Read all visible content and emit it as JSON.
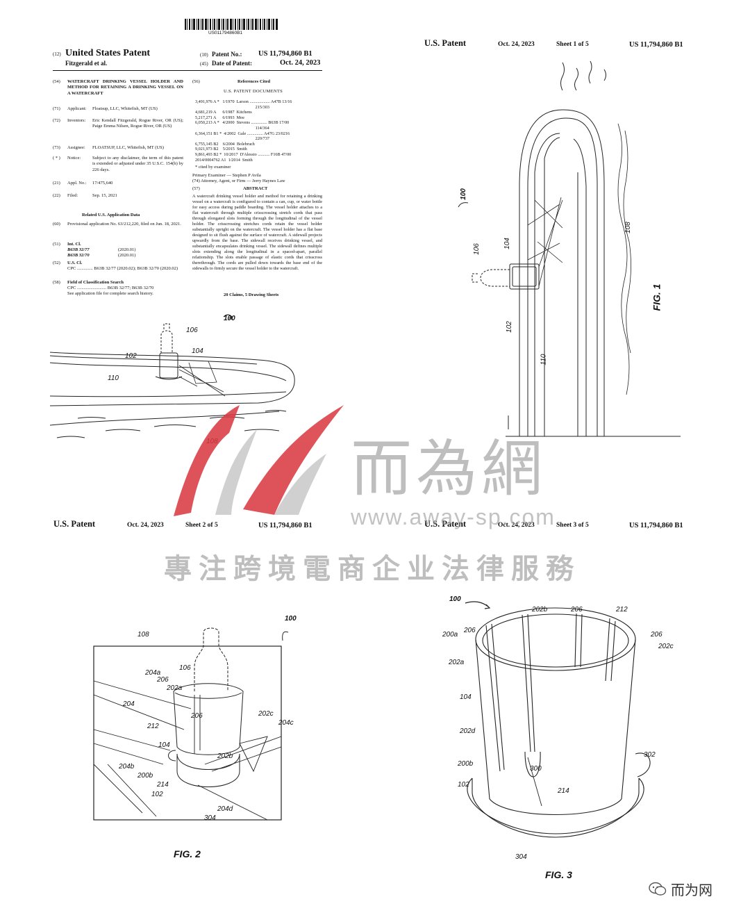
{
  "front_page": {
    "barcode_text": "US011794860B1",
    "label_12": "(12)",
    "title": "United States Patent",
    "inventors_short": "Fitzgerald et al.",
    "label_10": "(10)",
    "patent_no_label": "Patent No.:",
    "patent_no": "US 11,794,860 B1",
    "label_45": "(45)",
    "date_label": "Date of Patent:",
    "date": "Oct. 24, 2023",
    "left_fields": [
      {
        "code": "(54)",
        "label": "",
        "value": "WATERCRAFT DRINKING VESSEL HOLDER AND METHOD FOR RETAINING A DRINKING VESSEL ON A WATERCRAFT"
      },
      {
        "code": "(71)",
        "label": "Applicant:",
        "value": "Floatsup, LLC, Whitefish, MT (US)"
      },
      {
        "code": "(72)",
        "label": "Inventors:",
        "value": "Eric Kendall Fitzgerald, Rogue River, OR (US); Paige Emma Nilsen, Rogue River, OR (US)"
      },
      {
        "code": "(73)",
        "label": "Assignee:",
        "value": "FLOATSUP, LLC, Whitefish, MT (US)"
      },
      {
        "code": "( * )",
        "label": "Notice:",
        "value": "Subject to any disclaimer, the term of this patent is extended or adjusted under 35 U.S.C. 154(b) by 226 days."
      },
      {
        "code": "(21)",
        "label": "Appl. No.:",
        "value": "17/475,640"
      },
      {
        "code": "(22)",
        "label": "Filed:",
        "value": "Sep. 15, 2021"
      }
    ],
    "related_heading": "Related U.S. Application Data",
    "field_60": {
      "code": "(60)",
      "value": "Provisional application No. 63/212,220, filed on Jun. 18, 2021."
    },
    "field_51": {
      "code": "(51)",
      "label": "Int. Cl.",
      "rows": [
        [
          "B63B 32/77",
          "(2020.01)"
        ],
        [
          "B63B 32/70",
          "(2020.01)"
        ]
      ]
    },
    "field_52": {
      "code": "(52)",
      "label": "U.S. Cl.",
      "value": "CPC .............. B63B 32/77 (2020.02); B63B 32/70 (2020.02)"
    },
    "field_58": {
      "code": "(58)",
      "label": "Field of Classification Search",
      "value": "CPC .......................... B63B 32/77; B63B 32/70\nSee application file for complete search history."
    },
    "refs_code": "(56)",
    "refs_heading": "References Cited",
    "refs_subheading": "U.S. PATENT DOCUMENTS",
    "references": "3,491,976 A *   1/1970  Larson ................... A47B 13/16\n                                                        215/303\n4,681,219 A      6/1987  Kitchens\n5,217,271 A      6/1993  Moe\n6,050,213 A *   4/2000  Stevens ............... B63B 17/00\n                                                        114/364\n6,364,151 B1 *  4/2002  Gale ............... A47G 23/0216\n                                                        220/737\n6,755,145 B2    6/2004  Bolebruch\n9,021,973 B2    5/2015  Smith\n9,861,493 B2 *  10/2017  D'Alessio ........... F16B 47/00\n2014/0004762 A1  1/2014  Smith",
    "cited_by": "* cited by examiner",
    "primary_examiner": "Primary Examiner — Stephen P Avila",
    "attorney": "(74) Attorney, Agent, or Firm — Jerry Haynes Law",
    "abstract_code": "(57)",
    "abstract_heading": "ABSTRACT",
    "abstract": "A watercraft drinking vessel holder and method for retaining a drinking vessel on a watercraft is configured to contain a can, cup, or water bottle for easy access during paddle boarding. The vessel holder attaches to a flat watercraft through multiple crisscrossing stretch cords that pass through elongated slots forming through the longitudinal of the vessel holder. The crisscrossing stretches cords retain the vessel holder substantially upright on the watercraft. The vessel holder has a flat base designed to sit flush against the surface of watercraft. A sidewall projects upwardly from the base. The sidewall receives drinking vessel, and substantially encapsulates drinking vessel. The sidewall defines multiple slots extending along the longitudinal in a spaced-apart, parallel relationship. The slots enable passage of elastic cords that crisscross therethrough. The cords are pulled down towards the base end of the sidewalls to firmly secure the vessel holder to the watercraft.",
    "claims_line": "20 Claims, 5 Drawing Sheets"
  },
  "sheets": [
    {
      "left": "U.S. Patent",
      "date": "Oct. 24, 2023",
      "sheet": "Sheet 1 of 5",
      "number": "US 11,794,860 B1"
    },
    {
      "left": "U.S. Patent",
      "date": "Oct. 24, 2023",
      "sheet": "Sheet 2 of 5",
      "number": "US 11,794,860 B1"
    },
    {
      "left": "U.S. Patent",
      "date": "Oct. 24, 2023",
      "sheet": "Sheet 3 of 5",
      "number": "US 11,794,860 B1"
    }
  ],
  "figures": {
    "front_refs": [
      "100",
      "106",
      "104",
      "102",
      "110",
      "108"
    ],
    "fig1": {
      "label": "FIG. 1",
      "refs": [
        "100",
        "106",
        "104",
        "102",
        "110",
        "108"
      ]
    },
    "fig2": {
      "label": "FIG. 2",
      "refs": [
        "100",
        "108",
        "204a",
        "204",
        "206",
        "106",
        "202a",
        "212",
        "206",
        "202c",
        "204c",
        "104",
        "202b",
        "204b",
        "200b",
        "214",
        "102",
        "204d",
        "304"
      ]
    },
    "fig3": {
      "label": "FIG. 3",
      "refs": [
        "100",
        "202b",
        "206",
        "212",
        "200a",
        "206",
        "206",
        "202c",
        "202a",
        "104",
        "202d",
        "302",
        "200b",
        "300",
        "102",
        "214",
        "304"
      ]
    }
  },
  "watermark": {
    "cn_name": "而為網",
    "url": "www.away-sp.com",
    "slogan": "專注跨境電商企业法律服務"
  },
  "account_badge": "而为网",
  "colors": {
    "logo_red": "#d9363e",
    "watermark_grey": "#8a8a8a"
  }
}
